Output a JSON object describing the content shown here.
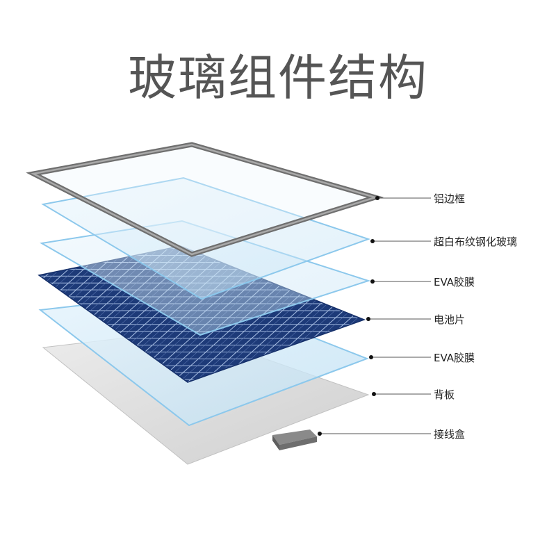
{
  "title": "玻璃组件结构",
  "layers": [
    {
      "label": "铝边框"
    },
    {
      "label": "超白布纹钢化玻璃"
    },
    {
      "label": "EVA胶膜"
    },
    {
      "label": "电池片"
    },
    {
      "label": "EVA胶膜"
    },
    {
      "label": "背板"
    },
    {
      "label": "接线盒"
    }
  ],
  "colors": {
    "title": "#555555",
    "frame": "#7a7a7a",
    "glass_fill": "#cfe9f7",
    "glass_edge": "#8cc8ec",
    "cell": "#1f3d7a",
    "cell_line": "#8fa9d6",
    "backsheet": "#dedede",
    "leader_line": "#555555"
  }
}
